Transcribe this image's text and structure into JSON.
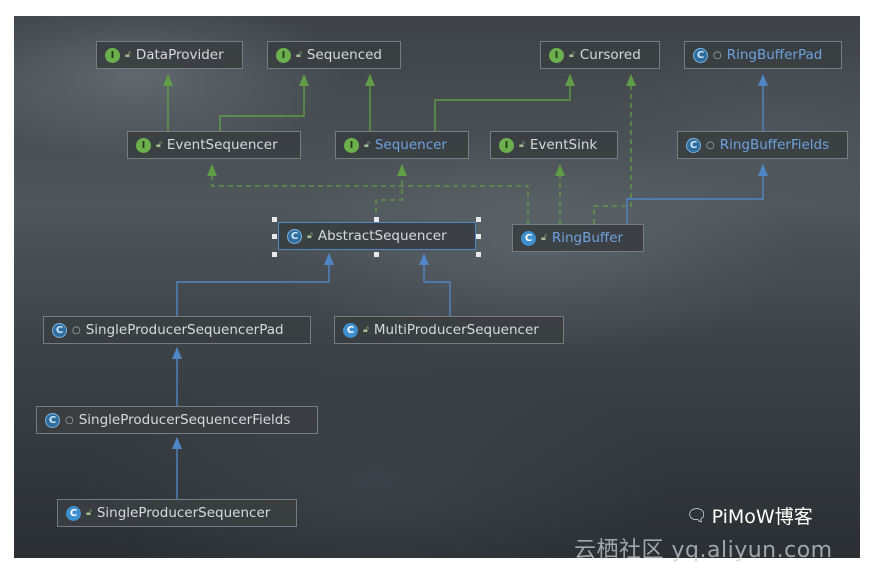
{
  "diagram": {
    "nodes": {
      "data_provider": {
        "label": "DataProvider",
        "kind": "interface",
        "visibility": "public"
      },
      "sequenced": {
        "label": "Sequenced",
        "kind": "interface",
        "visibility": "public"
      },
      "cursored": {
        "label": "Cursored",
        "kind": "interface",
        "visibility": "public"
      },
      "ring_buffer_pad": {
        "label": "RingBufferPad",
        "kind": "abstract-class",
        "visibility": "package"
      },
      "event_sequencer": {
        "label": "EventSequencer",
        "kind": "interface",
        "visibility": "public"
      },
      "sequencer": {
        "label": "Sequencer",
        "kind": "interface",
        "visibility": "public"
      },
      "event_sink": {
        "label": "EventSink",
        "kind": "interface",
        "visibility": "public"
      },
      "ring_buffer_fields": {
        "label": "RingBufferFields",
        "kind": "abstract-class",
        "visibility": "package"
      },
      "abstract_sequencer": {
        "label": "AbstractSequencer",
        "kind": "abstract-class",
        "visibility": "public"
      },
      "ring_buffer": {
        "label": "RingBuffer",
        "kind": "class",
        "visibility": "public"
      },
      "single_producer_sequencer_pad": {
        "label": "SingleProducerSequencerPad",
        "kind": "abstract-class",
        "visibility": "package"
      },
      "multi_producer_sequencer": {
        "label": "MultiProducerSequencer",
        "kind": "class",
        "visibility": "public"
      },
      "single_producer_sequencer_fields": {
        "label": "SingleProducerSequencerFields",
        "kind": "abstract-class",
        "visibility": "package"
      },
      "single_producer_sequencer": {
        "label": "SingleProducerSequencer",
        "kind": "class",
        "visibility": "public"
      }
    },
    "edges": [
      {
        "from": "event_sequencer",
        "to": "data_provider",
        "type": "extends-interface"
      },
      {
        "from": "event_sequencer",
        "to": "sequenced",
        "type": "extends-interface"
      },
      {
        "from": "sequencer",
        "to": "sequenced",
        "type": "extends-interface"
      },
      {
        "from": "sequencer",
        "to": "cursored",
        "type": "extends-interface"
      },
      {
        "from": "ring_buffer_fields",
        "to": "ring_buffer_pad",
        "type": "extends"
      },
      {
        "from": "ring_buffer",
        "to": "ring_buffer_fields",
        "type": "extends"
      },
      {
        "from": "ring_buffer",
        "to": "event_sequencer",
        "type": "implements"
      },
      {
        "from": "ring_buffer",
        "to": "event_sink",
        "type": "implements"
      },
      {
        "from": "ring_buffer",
        "to": "cursored",
        "type": "implements"
      },
      {
        "from": "abstract_sequencer",
        "to": "sequencer",
        "type": "implements"
      },
      {
        "from": "single_producer_sequencer_pad",
        "to": "abstract_sequencer",
        "type": "extends"
      },
      {
        "from": "multi_producer_sequencer",
        "to": "abstract_sequencer",
        "type": "extends"
      },
      {
        "from": "single_producer_sequencer_fields",
        "to": "single_producer_sequencer_pad",
        "type": "extends"
      },
      {
        "from": "single_producer_sequencer",
        "to": "single_producer_sequencer_fields",
        "type": "extends"
      }
    ],
    "selected": "abstract_sequencer"
  },
  "icons": {
    "interface": "interface-icon",
    "class": "class-icon",
    "abstract-class": "abstract-class-icon",
    "public": "public-visibility-icon",
    "package": "package-visibility-icon"
  },
  "colors": {
    "interface_edge": "#5f9e47",
    "class_edge": "#4f86c6",
    "highlight_text": "#6da2df"
  },
  "watermark": {
    "author": "PiMoW博客",
    "site_cn": "云栖社区",
    "site_url": "yq.aliyun.com"
  }
}
